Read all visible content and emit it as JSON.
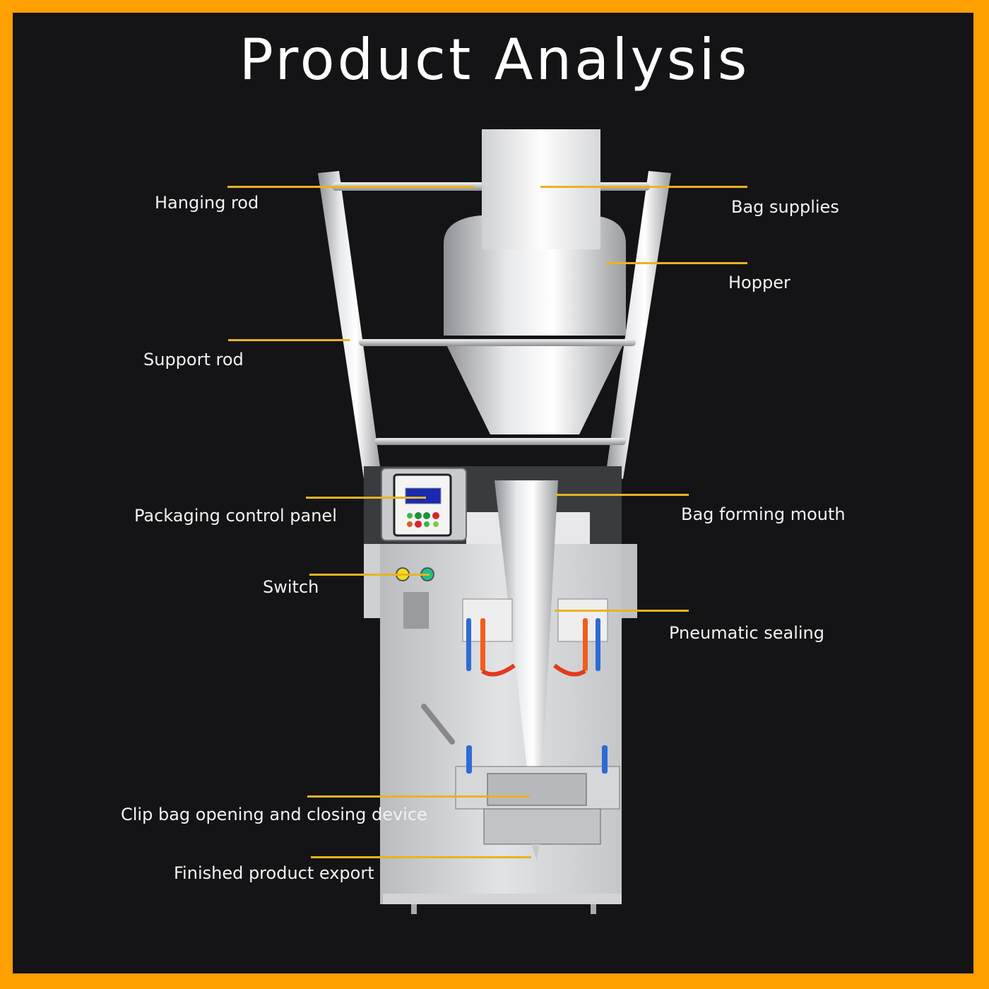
{
  "title": "Product Analysis",
  "colors": {
    "frame": "#ff9f00",
    "background": "#141416",
    "leader_line": "#e9b320",
    "label_text": "#f2f2f2"
  },
  "labels": {
    "hanging_rod": "Hanging rod",
    "bag_supplies": "Bag supplies",
    "hopper": "Hopper",
    "support_rod": "Support rod",
    "packaging_control_panel": "Packaging control panel",
    "bag_forming_mouth": "Bag forming mouth",
    "switch": "Switch",
    "pneumatic_sealing": "Pneumatic sealing",
    "clip_bag_device": "Clip bag opening and closing device",
    "finished_product_export": "Finished product export"
  }
}
